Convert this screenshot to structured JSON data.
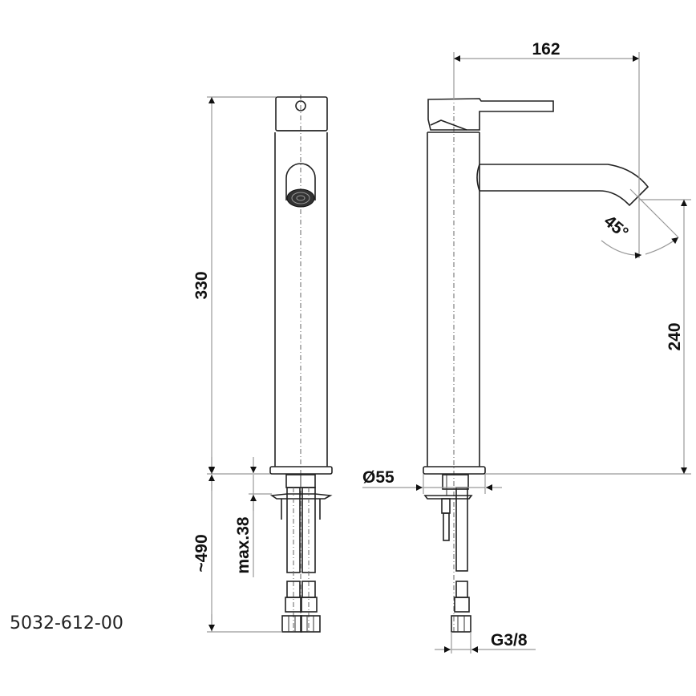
{
  "drawing": {
    "product_code": "5032-612-00",
    "views": [
      "front-view",
      "side-view"
    ],
    "dimensions": {
      "spout_reach": "162",
      "total_height": "330",
      "below_counter_length": "~490",
      "max_counter_thickness": "max.38",
      "spout_height": "240",
      "spout_angle": "45°",
      "base_diameter": "Ø55",
      "connection_thread": "G3/8"
    }
  }
}
